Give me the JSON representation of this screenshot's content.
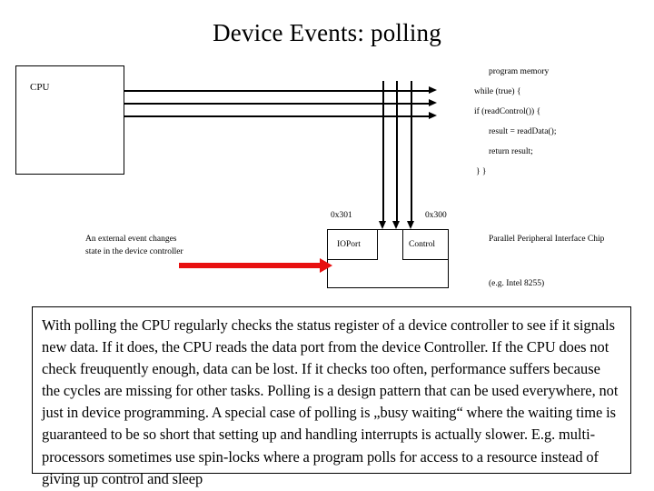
{
  "slide": {
    "title": "Device Events: polling"
  },
  "diagram": {
    "cpu": {
      "label": "CPU"
    },
    "program_memory": {
      "heading": "program memory",
      "code_lines": [
        "while (true) {",
        "if (readControl()) {",
        "result = readData();",
        "return result;",
        "} }"
      ]
    },
    "addresses": {
      "ioport_address": "0x301",
      "control_address": "0x300"
    },
    "device_controller": {
      "ioport_label": "IOPort",
      "control_label": "Control"
    },
    "external_event_note": "An external event changes state in the device controller",
    "chip_caption": "Parallel Peripheral Interface Chip",
    "chip_example": "(e.g. Intel 8255)",
    "colors": {
      "red_arrow": "#E81010",
      "line": "#000000",
      "background": "#FFFFFF"
    }
  },
  "description": {
    "text": "With polling the CPU regularly checks the status register of a device controller to see if it signals new data. If it does, the CPU reads the data port from the device Controller. If the CPU does not check freuquently enough, data can be lost. If it checks too often, performance suffers because the cycles are missing for other tasks. Polling is a design pattern that can be used everywhere, not just in device programming. A special case of polling is „busy waiting“ where the waiting time is guaranteed to be so short that setting up and handling interrupts is actually slower. E.g. multi-processors sometimes use spin-locks where a program polls for access to a resource instead of giving up control and sleep"
  }
}
